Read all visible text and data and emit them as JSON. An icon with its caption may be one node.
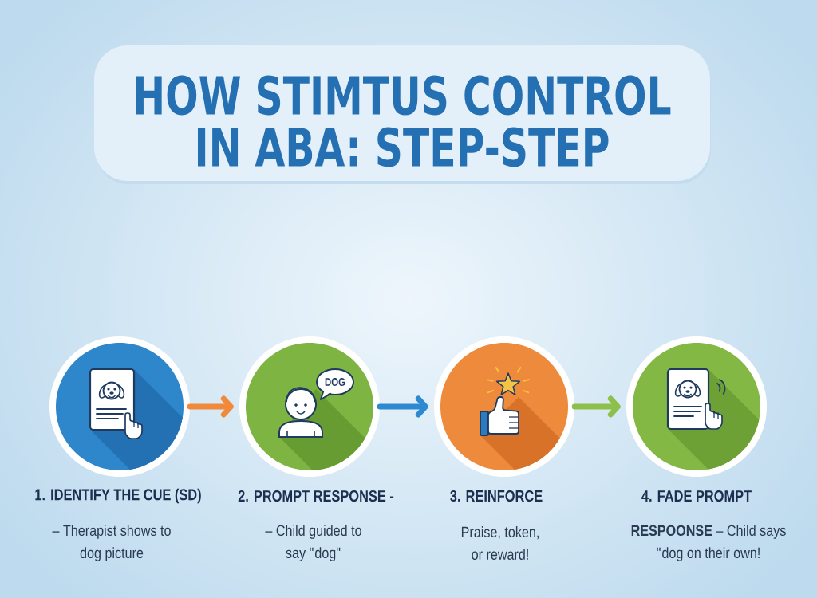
{
  "diagram": {
    "title": "HOW STIMTUS CONTROL IN ABA: STEP-STEP",
    "nodes": [
      {
        "text": [
          "1. IDENTIFY THE CUE (SD)",
          "– Therapist shows to dog picture"
        ]
      },
      {
        "text": [
          "2. PROMPT RESPONSE -",
          "– Child guided to say \"dog\""
        ]
      },
      {
        "text": [
          "DOG"
        ],
        "in": 1
      },
      {
        "text": [
          "3. REINFORCE",
          "Praise, token, or reward!"
        ]
      },
      {
        "text": [
          "4. FADE PROMPT",
          "**RESPOONSE** – Child says \"dog on their own!"
        ]
      }
    ],
    "edges": [
      {
        "from": 0,
        "to": 1,
        "arrow": "to",
        "color": "#f08a3a"
      },
      {
        "from": 1,
        "to": 3,
        "arrow": "to",
        "color": "#2e8ad0"
      },
      {
        "from": 3,
        "to": 4,
        "arrow": "to",
        "color": "#8cc04b"
      }
    ]
  }
}
